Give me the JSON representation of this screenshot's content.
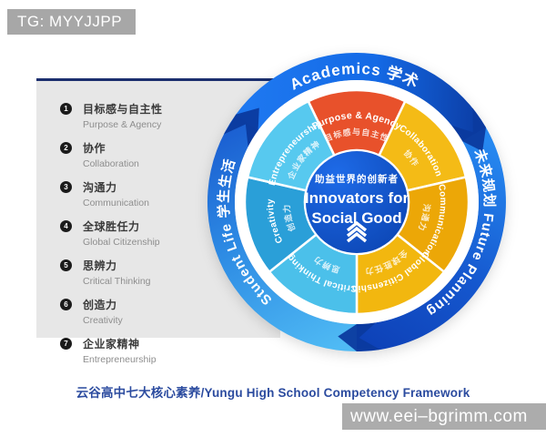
{
  "badge": {
    "text": "TG: MYYJJPP"
  },
  "panel": {
    "items": [
      {
        "num": "1",
        "zh": "目标感与自主性",
        "en": "Purpose & Agency"
      },
      {
        "num": "2",
        "zh": "协作",
        "en": "Collaboration"
      },
      {
        "num": "3",
        "zh": "沟通力",
        "en": "Communication"
      },
      {
        "num": "4",
        "zh": "全球胜任力",
        "en": "Global Citizenship"
      },
      {
        "num": "5",
        "zh": "思辨力",
        "en": "Critical Thinking"
      },
      {
        "num": "6",
        "zh": "创造力",
        "en": "Creativity"
      },
      {
        "num": "7",
        "zh": "企业家精神",
        "en": "Entrepreneurship"
      }
    ]
  },
  "wheel": {
    "ring_sections": [
      {
        "label": "Academics 学术",
        "from": -144,
        "to": -30,
        "label_center": -91,
        "font": 17,
        "color_stops": [
          "#1E78F0",
          "#146AE6",
          "#0C3FA8"
        ]
      },
      {
        "label": "未来规划 Future Planning",
        "from": -30,
        "to": 90,
        "label_center": 17,
        "font": 15,
        "color_stops": [
          "#2688F0",
          "#1557CE",
          "#0E42B8"
        ]
      },
      {
        "label": "Student Life 学生生活",
        "from": 90,
        "to": 216,
        "label_center": 165,
        "font": 15,
        "color_stops": [
          "#4FBAF4",
          "#2E8CE4",
          "#1B60D2"
        ]
      }
    ],
    "junction_color": "#0B3A9E",
    "segments": [
      {
        "en": "Purpose & Agency",
        "zh": "目标感与自主性",
        "color": "#E8512B",
        "from": -115.7,
        "to": -64.3
      },
      {
        "en": "Collaboration",
        "zh": "协作",
        "color": "#F4BB16",
        "from": -64.3,
        "to": -12.9
      },
      {
        "en": "Communication",
        "zh": "沟通力",
        "color": "#ECA707",
        "from": -12.9,
        "to": 38.6
      },
      {
        "en": "Global Citizenship",
        "zh": "全球胜任力",
        "color": "#F2B70F",
        "from": 38.6,
        "to": 90
      },
      {
        "en": "Critical Thinking",
        "zh": "思辨力",
        "color": "#4BC0EA",
        "from": 90,
        "to": 141.4
      },
      {
        "en": "Creativity",
        "zh": "创造力",
        "color": "#2A9FD8",
        "from": 141.4,
        "to": 192.9
      },
      {
        "en": "Entrepreneurship",
        "zh": "企业家精神",
        "color": "#57C9EF",
        "from": 192.9,
        "to": 244.3
      }
    ],
    "center": {
      "zh": "助益世界的创新者",
      "en1": "Innovators for",
      "en2": "Social Good",
      "icon": "triple-chevron-up-icon",
      "color_start": "#1E6BE8",
      "color_end": "#0B43B0"
    }
  },
  "caption": {
    "text": "云谷高中七大核心素养/Yungu High School Competency Framework"
  },
  "watermark": {
    "text": "www.eei–bgrimm.com"
  }
}
